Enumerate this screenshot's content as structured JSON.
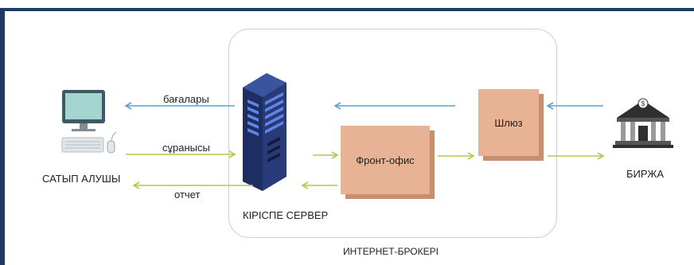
{
  "nodes": {
    "buyer": "САТЫП АЛУШЫ",
    "gateway_server": "КІРІСПЕ СЕРВЕР",
    "front_office": "Фронт-офис",
    "gateway": "Шлюз",
    "exchange": "БИРЖА",
    "internet_broker": "ИНТЕРНЕТ-БРОКЕРІ"
  },
  "edges": {
    "prices": "бағалары",
    "request": "сұранысы",
    "report": "отчет"
  },
  "colors": {
    "blue_arrow": "#5aa0d8",
    "green_arrow": "#b4c94a",
    "frame": "#1f3b63",
    "box_fill": "#e8b394",
    "box_shadow": "#c98e6c",
    "server": "#1e2e63"
  },
  "icons": [
    "computer-icon",
    "server-icon",
    "bank-icon"
  ]
}
